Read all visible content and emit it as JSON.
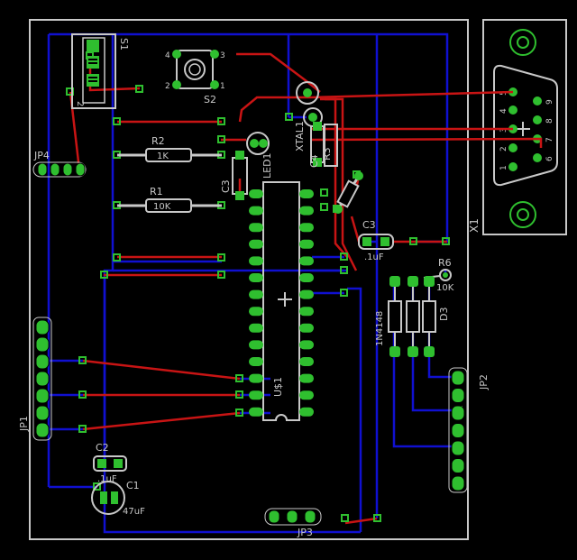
{
  "colors": {
    "background": "#000000",
    "outline": "#c8c8c8",
    "bottom_trace": "#1010d0",
    "top_trace": "#c81414",
    "pad": "#2fbf2f",
    "via": "#2fbf2f",
    "silk": "#c8c8c8"
  },
  "labels": {
    "s1": "S1",
    "s2": "S2",
    "jp4": "JP4",
    "r2": "R2",
    "r2_val": "1K",
    "r1": "R1",
    "r1_val": "10K",
    "c3_left": "C3",
    "led1": "LED1",
    "xtal": "XTAL1",
    "c4": "C4",
    "r3": "R3",
    "c3": "C3",
    "c3_val": ".1uF",
    "r6": "R6",
    "r6_val": "10K",
    "d_part": "1N4148",
    "d3": "D3",
    "u1": "U$1",
    "jp1": "JP1",
    "jp2": "JP2",
    "jp3": "JP3",
    "x1": "X1",
    "c2": "C2",
    "c2_val": ".1uF",
    "c1": "C1",
    "c1_val": "47uF",
    "s2_pin1": "1",
    "s2_pin2": "2",
    "s2_pin3": "3",
    "s2_pin4": "4",
    "db9_1": "1",
    "db9_2": "2",
    "db9_3": "3",
    "db9_4": "4",
    "db9_5": "5",
    "db9_6": "6",
    "db9_7": "7",
    "db9_8": "8",
    "db9_9": "9",
    "s1_pin": "2"
  }
}
